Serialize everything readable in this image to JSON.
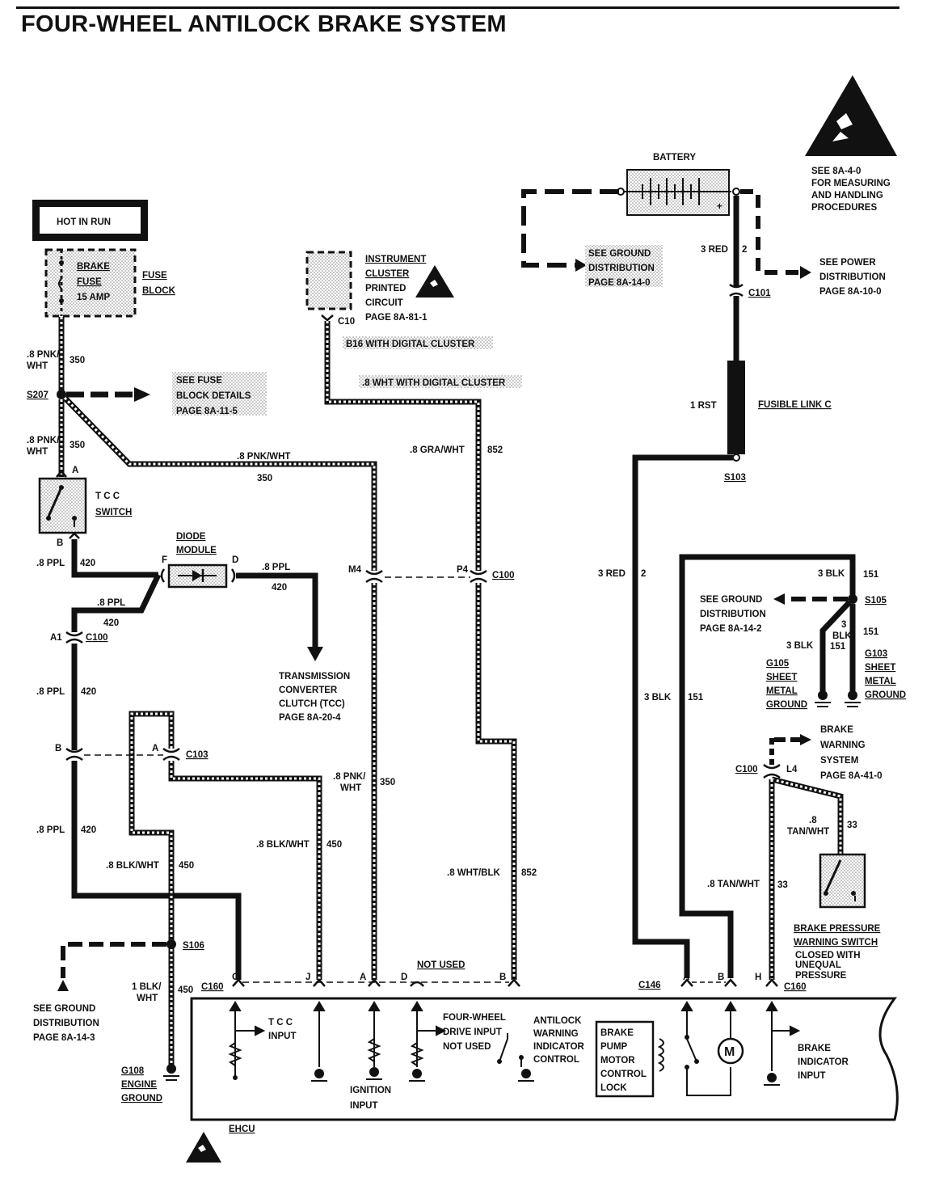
{
  "title": "FOUR-WHEEL ANTILOCK BRAKE SYSTEM",
  "esd_note": [
    "SEE 8A-4-0",
    "FOR MEASURING",
    "AND HANDLING",
    "PROCEDURES"
  ],
  "battery_label": "BATTERY",
  "battery_plus": "+",
  "hot_in_run": "HOT IN RUN",
  "fuse": [
    "BRAKE",
    "FUSE",
    "15 AMP"
  ],
  "fuse_block": [
    "FUSE",
    "BLOCK"
  ],
  "instrument_cluster": [
    "INSTRUMENT",
    "CLUSTER",
    "PRINTED",
    "CIRCUIT",
    "PAGE 8A-81-1"
  ],
  "see_ground_top": [
    "SEE GROUND",
    "DISTRIBUTION",
    "PAGE 8A-14-0"
  ],
  "see_power": [
    "SEE POWER",
    "DISTRIBUTION",
    "PAGE 8A-10-0"
  ],
  "see_fuse_block": [
    "SEE FUSE",
    "BLOCK DETAILS",
    "PAGE 8A-11-5"
  ],
  "b16_note": "B16 WITH DIGITAL CLUSTER",
  "wht_digital": ".8 WHT WITH DIGITAL CLUSTER",
  "fusible_link": "FUSIBLE LINK C",
  "tcc_switch": [
    "T C C",
    "SWITCH"
  ],
  "diode_module": [
    "DIODE",
    "MODULE"
  ],
  "tcc_page": [
    "TRANSMISSION",
    "CONVERTER",
    "CLUTCH (TCC)",
    "PAGE 8A-20-4"
  ],
  "see_ground_mid": [
    "SEE GROUND",
    "DISTRIBUTION",
    "PAGE 8A-14-2"
  ],
  "g105": [
    "G105",
    "SHEET",
    "METAL",
    "GROUND"
  ],
  "g103": [
    "G103",
    "SHEET",
    "METAL",
    "GROUND"
  ],
  "brake_warning_system": [
    "BRAKE",
    "WARNING",
    "SYSTEM",
    "PAGE 8A-41-0"
  ],
  "brake_pressure_switch": [
    "BRAKE  PRESSURE",
    "WARNING  SWITCH",
    "CLOSED WITH",
    "UNEQUAL",
    "PRESSURE"
  ],
  "see_ground_bottom": [
    "SEE GROUND",
    "DISTRIBUTION",
    "PAGE 8A-14-3"
  ],
  "g108": [
    "G108",
    "ENGINE",
    "GROUND"
  ],
  "not_used": "NOT USED",
  "ehcu": "EHCU",
  "tcc_input": [
    "T C C",
    "INPUT"
  ],
  "ignition_input": [
    "IGNITION",
    "INPUT"
  ],
  "four_wheel_input": [
    "FOUR-WHEEL",
    "DRIVE INPUT",
    "NOT USED"
  ],
  "antilock_warning": [
    "ANTILOCK",
    "WARNING",
    "INDICATOR",
    "CONTROL"
  ],
  "pump_lock": [
    "BRAKE",
    "PUMP",
    "MOTOR",
    "CONTROL",
    "LOCK"
  ],
  "motor_symbol": "M",
  "brake_indicator_input": [
    "BRAKE",
    "INDICATOR",
    "INPUT"
  ],
  "wire_labels": {
    "pnk_wht_a": [
      ".8 PNK/",
      "WHT"
    ],
    "c350_a": "350",
    "pnk_wht_b": [
      ".8 PNK/",
      "WHT"
    ],
    "c350_b": "350",
    "pnk_wht_c": ".8 PNK/WHT",
    "c350_c": "350",
    "ppl_a": ".8 PPL",
    "c420_a": "420",
    "ppl_b": ".8 PPL",
    "c420_b": "420",
    "ppl_c": ".8 PPL",
    "c420_c": "420",
    "ppl_d": ".8 PPL",
    "c420_d": "420",
    "ppl_e": ".8 PPL",
    "c420_e": "420",
    "gra_wht": ".8 GRA/WHT",
    "c852_a": "852",
    "wht_blk": ".8 WHT/BLK",
    "c852_b": "852",
    "pnk_wht_d": [
      ".8 PNK/",
      "WHT"
    ],
    "c350_d": "350",
    "blk_wht_a": ".8 BLK/WHT",
    "c450_a": "450",
    "blk_wht_b": ".8 BLK/WHT",
    "c450_b": "450",
    "blk_wht_c": [
      "1 BLK/",
      "WHT"
    ],
    "c450_c": "450",
    "red_a": "3 RED",
    "c2_a": "2",
    "red_b": "3 RED",
    "c2_b": "2",
    "rst": "1 RST",
    "blk_a": "3 BLK",
    "c151_a": "151",
    "blk_b": [
      "3",
      "BLK",
      "151"
    ],
    "blk_c": "3 BLK",
    "c151_c": "151",
    "blk_d": "3 BLK",
    "c151_d": "151",
    "tan_a": [
      ".8",
      "TAN/WHT"
    ],
    "c33_a": "33",
    "tan_b": ".8 TAN/WHT",
    "c33_b": "33"
  },
  "connectors": {
    "s207": "S207",
    "s103": "S103",
    "s105": "S105",
    "s106": "S106",
    "c101": "C101",
    "c10": "C10",
    "c100_a": "C100",
    "c100_b": "C100",
    "c100_c": "C100",
    "c103": "C103",
    "c160_a": "C160",
    "c160_b": "C160",
    "c146": "C146",
    "pin_a": "A",
    "pin_b": "B",
    "pin_f": "F",
    "pin_d": "D",
    "pin_m4": "M4",
    "pin_p4": "P4",
    "pin_a1": "A1",
    "pin_b2": "B",
    "pin_a2": "A",
    "pin_l4": "L4",
    "bot_c": "C",
    "bot_j": "J",
    "bot_a": "A",
    "bot_d": "D",
    "bot_b": "B",
    "bot_a2": "A",
    "bot_b2": "B",
    "bot_h": "H"
  },
  "colors": {
    "ink": "#111111",
    "shade": "#c8c8c8"
  }
}
